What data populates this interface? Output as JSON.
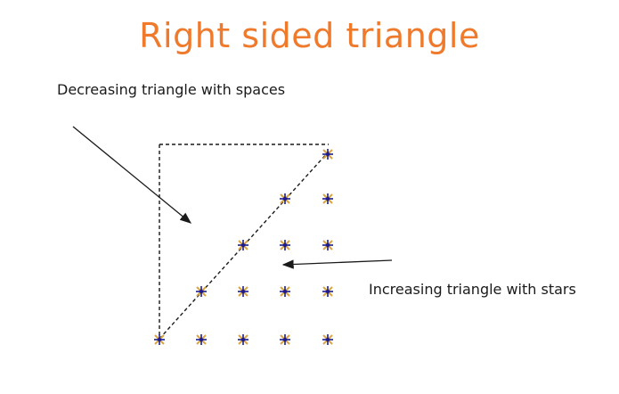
{
  "title": "Right sided triangle",
  "annotations": {
    "decreasing": "Decreasing triangle with spaces",
    "increasing": "Increasing triangle with stars"
  },
  "glyph": "*",
  "rows": 5,
  "colors": {
    "title": "#f07a2c",
    "star_center": "#1c1c8c",
    "star_arm": "#d9a441",
    "line": "#1a1a1a"
  }
}
